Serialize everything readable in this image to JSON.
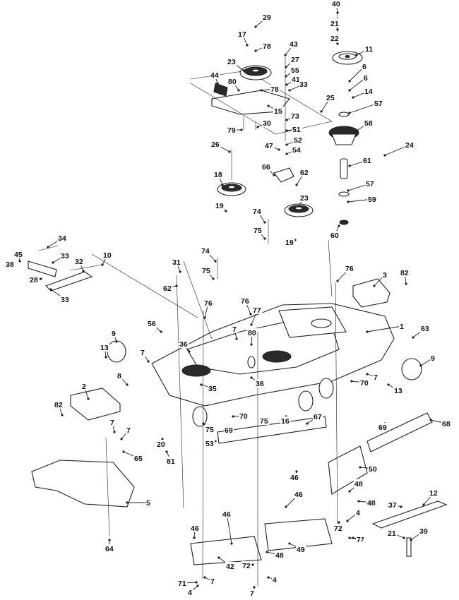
{
  "callouts": [
    "1",
    "2",
    "3",
    "4",
    "5",
    "6",
    "7",
    "8",
    "9",
    "10",
    "11",
    "12",
    "13",
    "14",
    "15",
    "16",
    "17",
    "18",
    "19",
    "20",
    "21",
    "22",
    "23",
    "24",
    "25",
    "26",
    "27",
    "28",
    "29",
    "30",
    "31",
    "32",
    "33",
    "34",
    "35",
    "36",
    "37",
    "38",
    "39",
    "40",
    "41",
    "42",
    "43",
    "44",
    "45",
    "46",
    "47",
    "48",
    "49",
    "50",
    "51",
    "52",
    "53",
    "54",
    "55",
    "56",
    "57",
    "58",
    "59",
    "60",
    "61",
    "62",
    "63",
    "64",
    "65",
    "66",
    "67",
    "68",
    "69",
    "70",
    "71",
    "72",
    "73",
    "74",
    "75",
    "76",
    "77",
    "78",
    "79",
    "80",
    "81",
    "82"
  ],
  "colors": {
    "ink": "#1e1e1e",
    "background": "#ffffff"
  }
}
